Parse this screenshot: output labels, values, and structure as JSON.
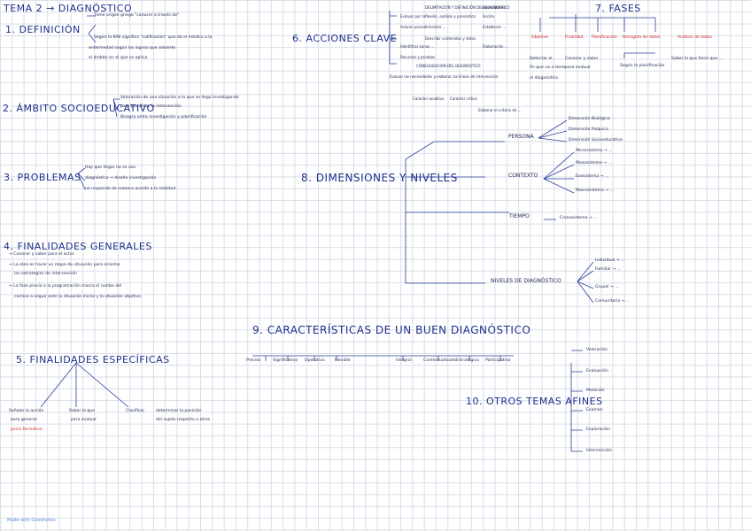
{
  "title": "TEMA 2 → DIAGNÓSTICO",
  "s1": {
    "heading": "1. DEFINICIÓN",
    "notes": [
      "Tiene origen griego \"conocer a través de\"",
      "Según la RAE significa \"calificación\" que da el médico a la",
      "enfermedad según los signos que advierte",
      "el ámbito en el que se aplica"
    ]
  },
  "s2": {
    "heading": "2. ÁMBITO SOCIOEDUCATIVO",
    "notes": [
      "Valoración de una situación a la que se llega investigando",
      "para planificar la intervención",
      "Bisagra entre investigación y planificación"
    ]
  },
  "s3": {
    "heading": "3. PROBLEMAS",
    "notes": [
      "Hay que llegar no se usa",
      "diagnóstico → diseño investigación",
      "no responde de manera acorde a la realidad"
    ]
  },
  "s4": {
    "heading": "4. FINALIDADES GENERALES",
    "notes": [
      "→ Conocer y saber para el actor.",
      "→ La idea es hacer un mapa de situación para orientar",
      "las estrategias de intervención",
      "→ La fase previa a la programación marca el rumbo del",
      "camino a seguir ante la situación inicial y la situación objetivo"
    ]
  },
  "s5": {
    "heading": "5. FINALIDADES ESPECÍFICAS",
    "items": [
      "Señalar la acción",
      "para generar",
      "Juicio formativo",
      "Saber lo que",
      "para evaluar",
      "Clasificar",
      "determinar la posición",
      "del sujeto respecto a otros"
    ]
  },
  "s6": {
    "heading": "6. ACCIONES CLAVE",
    "items": [
      "DELIMITACIÓN Y DEFINICIÓN DEL DIAGNÓSTICO",
      "Necesidades",
      "Evaluar por reflexión, análisis y pronóstico",
      "Acción",
      "Aclarar procedimientos ...",
      "Establecer ...",
      "Identificar zonas ...",
      "Elaboración ...",
      "Describir contenidos y datos",
      "Recursos y pruebas",
      "CONSOLIDACIÓN DEL DIAGNÓSTICO",
      "Evaluar las necesidades y elaborar las líneas de intervención",
      "Carácter analítico",
      "Carácter crítico",
      "Elaborar el criterio de ..."
    ]
  },
  "s7": {
    "heading": "7. FASES",
    "phases": [
      "Objetivo",
      "Finalidad",
      "Planificación",
      "Recogida de datos",
      "Análisis de datos"
    ],
    "notes": [
      "Detectar el",
      "fin que va a tener",
      "el diagnóstico",
      "Conocer y saber",
      "para evaluar",
      "Según la planificación",
      "Saber lo que tiene que ..."
    ]
  },
  "s8": {
    "heading": "8. DIMENSIONES Y NIVELES",
    "dimensions": [
      "PERSONA",
      "CONTEXTO",
      "TIEMPO",
      "NIVELES DE DIAGNÓSTICO"
    ],
    "persona": [
      "Dimensión Biológica",
      "Dimensión Psíquica",
      "Dimensión Socioeducativa"
    ],
    "contexto": [
      "Microsistema → ...",
      "Mesosistema → ...",
      "Exosistema → ...",
      "Macrosistema → ..."
    ],
    "tiempo": "Cronosistema → ...",
    "niveles": [
      "Individual → ...",
      "Familiar → ...",
      "Grupal → ...",
      "Comunitario → ..."
    ]
  },
  "s9": {
    "heading": "9. CARACTERÍSTICAS DE UN BUEN DIAGNÓSTICO",
    "items": [
      "Preciso",
      "Significativo",
      "Operativo",
      "Flexible",
      "Integral",
      "Contextualizado",
      "Estratégico",
      "Participativo"
    ]
  },
  "s10": {
    "heading": "10. OTROS TEMAS AFINES",
    "items": [
      "Valoración",
      "Evaluación",
      "Medición",
      "Examen",
      "Exploración",
      "Intervención"
    ]
  },
  "brand": "Made with Goodnotes",
  "colors": {
    "ink": "#1c2f8a",
    "red": "#d21f1f",
    "grid": "#d9dde8"
  }
}
